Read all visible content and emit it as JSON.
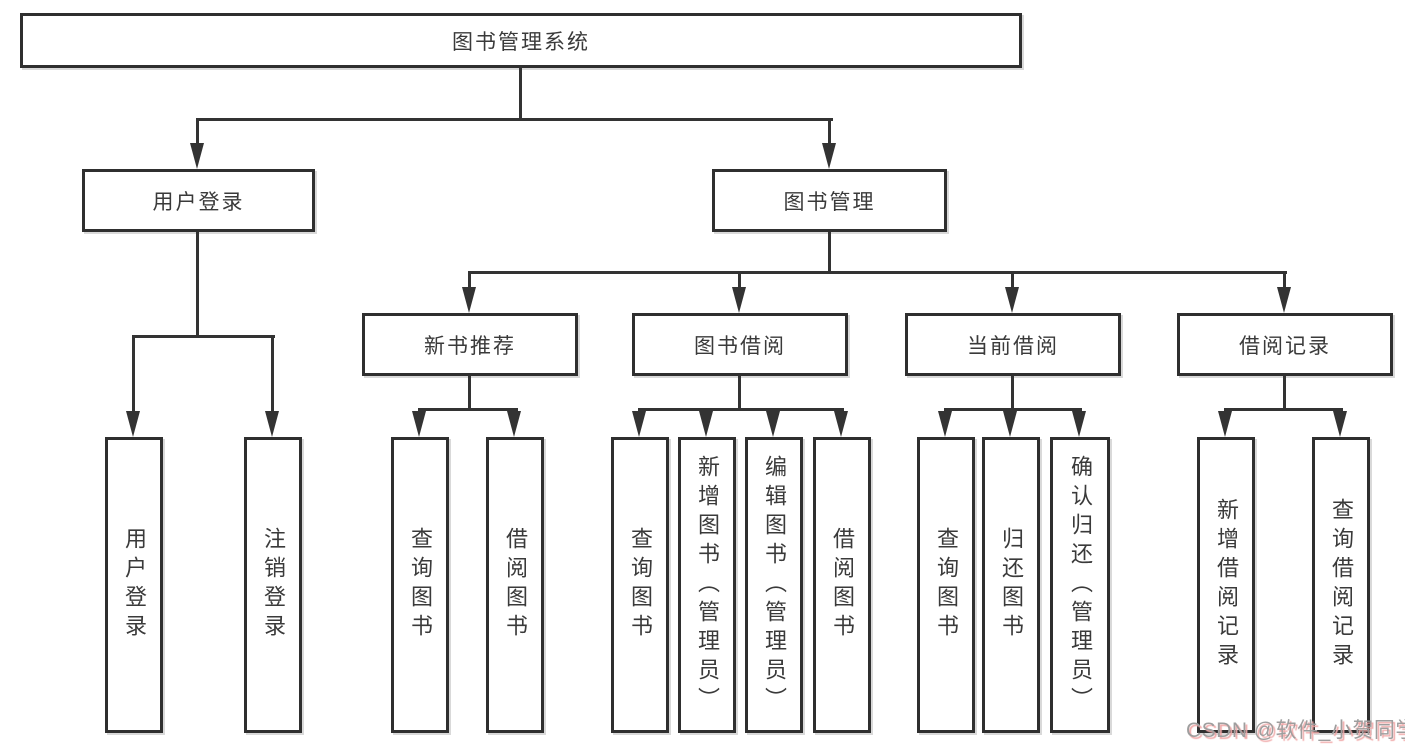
{
  "diagram": {
    "root": {
      "label": "图书管理系统"
    },
    "level2": [
      {
        "label": "用户登录"
      },
      {
        "label": "图书管理"
      }
    ],
    "level3": [
      {
        "label": "新书推荐"
      },
      {
        "label": "图书借阅"
      },
      {
        "label": "当前借阅"
      },
      {
        "label": "借阅记录"
      }
    ],
    "leaves": {
      "user_login": [
        {
          "label": "用户登录"
        },
        {
          "label": "注销登录"
        }
      ],
      "new_book": [
        {
          "label": "查询图书"
        },
        {
          "label": "借阅图书"
        }
      ],
      "book_borrow": [
        {
          "label": "查询图书"
        },
        {
          "label": "新增图书（管理员）"
        },
        {
          "label": "编辑图书（管理员）"
        },
        {
          "label": "借阅图书"
        }
      ],
      "current_borrow": [
        {
          "label": "查询图书"
        },
        {
          "label": "归还图书"
        },
        {
          "label": "确认归还（管理员）"
        }
      ],
      "borrow_record": [
        {
          "label": "新增借阅记录"
        },
        {
          "label": "查询借阅记录"
        }
      ]
    }
  },
  "watermark": {
    "text": "CSDN @软件_小贺同学"
  },
  "colors": {
    "background": "#ffffff",
    "line": "#333333",
    "box_border": "#2f2f2f",
    "text": "#3a3a3a",
    "watermark_gray": "#9e9e9e",
    "watermark_pink": "#f0a8a8"
  }
}
